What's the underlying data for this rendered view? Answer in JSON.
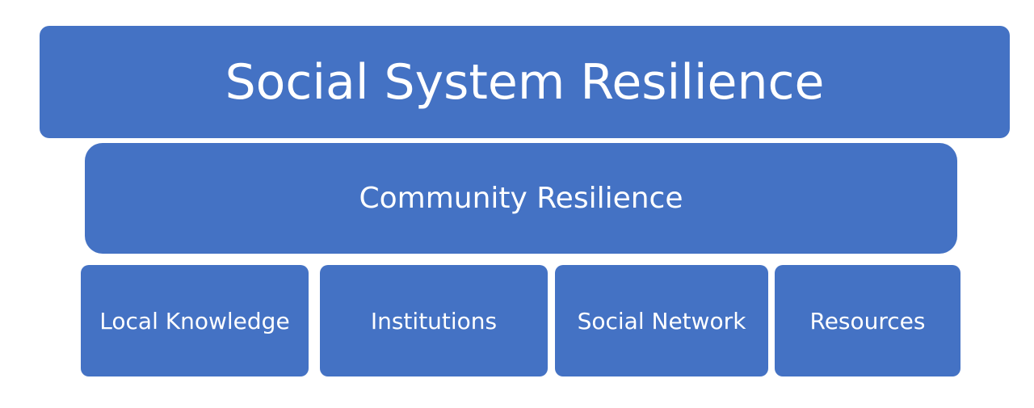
{
  "diagram": {
    "top": {
      "label": "Social System Resilience"
    },
    "middle": {
      "label": "Community Resilience"
    },
    "components": [
      {
        "label": "Local Knowledge"
      },
      {
        "label": "Institutions"
      },
      {
        "label": "Social Network"
      },
      {
        "label": "Resources"
      }
    ],
    "colors": {
      "box_fill": "#4472c4",
      "text": "#ffffff",
      "background": "#ffffff"
    }
  }
}
